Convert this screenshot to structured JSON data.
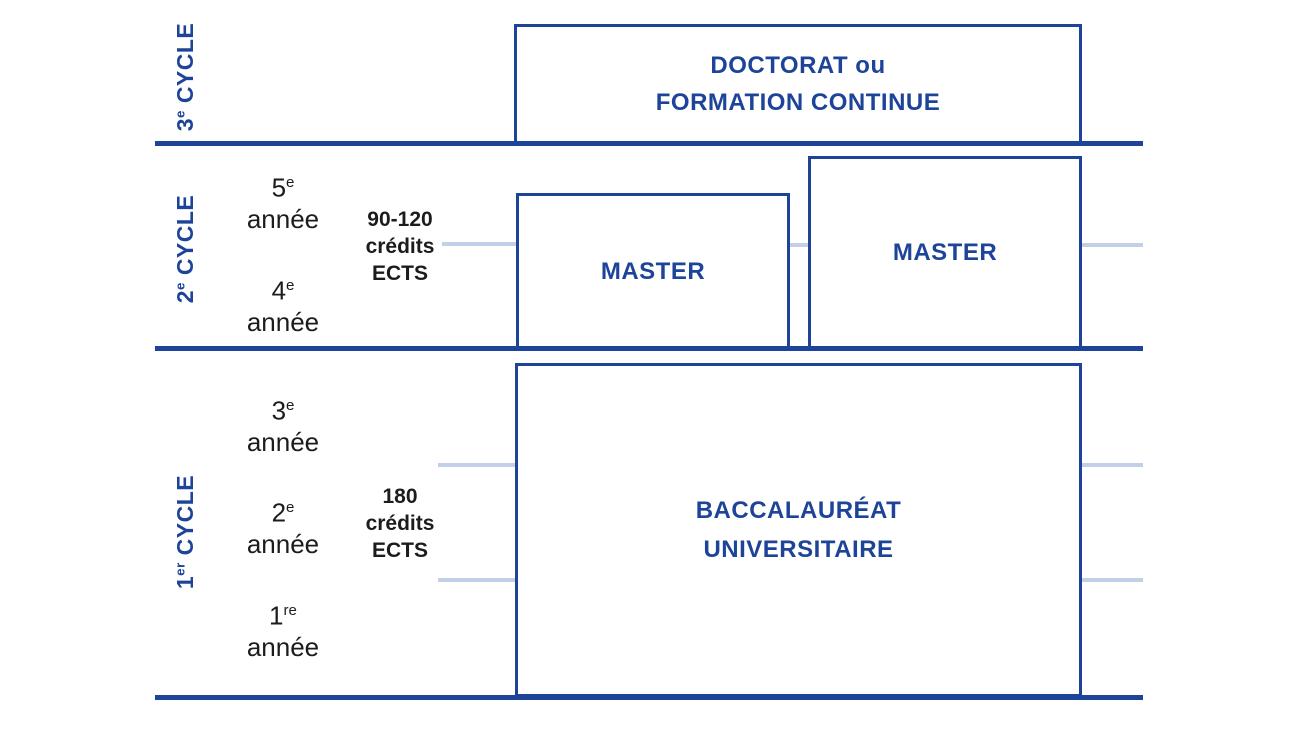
{
  "colors": {
    "dark_blue": "#1d4499",
    "light_blue": "#c3cfe8",
    "text_black": "#1c1c1c",
    "background": "#ffffff"
  },
  "cycles": [
    {
      "num": "3",
      "sup": "e",
      "rest": " CYCLE"
    },
    {
      "num": "2",
      "sup": "e",
      "rest": " CYCLE"
    },
    {
      "num": "1",
      "sup": "er",
      "rest": " CYCLE"
    }
  ],
  "years": [
    {
      "num": "5",
      "sup": "e",
      "word": "année"
    },
    {
      "num": "4",
      "sup": "e",
      "word": "année"
    },
    {
      "num": "3",
      "sup": "e",
      "word": "année"
    },
    {
      "num": "2",
      "sup": "e",
      "word": "année"
    },
    {
      "num": "1",
      "sup": "re",
      "word": "année"
    }
  ],
  "credits": [
    {
      "lines": [
        "90-120",
        "crédits",
        "ECTS"
      ]
    },
    {
      "lines": [
        "180",
        "crédits",
        "ECTS"
      ]
    }
  ],
  "boxes": {
    "doctorat": {
      "line1": "DOCTORAT ou",
      "line2": "FORMATION CONTINUE"
    },
    "master_left": {
      "label": "MASTER"
    },
    "master_right": {
      "label": "MASTER"
    },
    "baccalaureat": {
      "line1": "BACCALAURÉAT",
      "line2": "UNIVERSITAIRE"
    }
  }
}
